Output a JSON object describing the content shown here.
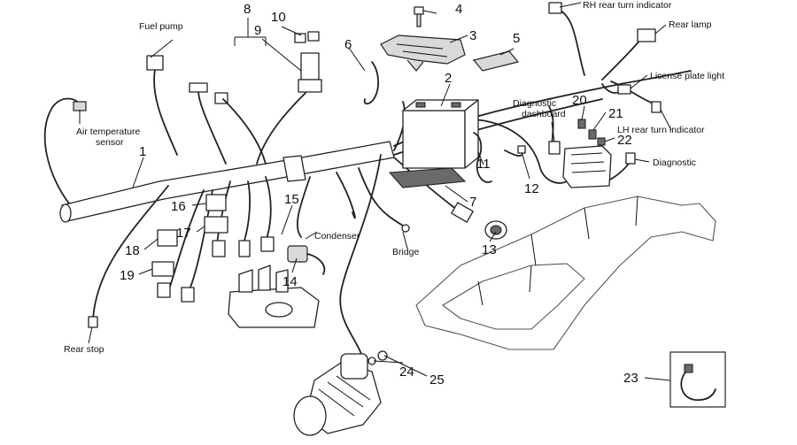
{
  "callouts": [
    {
      "id": "1",
      "text": "1"
    },
    {
      "id": "2",
      "text": "2"
    },
    {
      "id": "3",
      "text": "3"
    },
    {
      "id": "4",
      "text": "4"
    },
    {
      "id": "5",
      "text": "5"
    },
    {
      "id": "6",
      "text": "6"
    },
    {
      "id": "7",
      "text": "7"
    },
    {
      "id": "8",
      "text": "8"
    },
    {
      "id": "9",
      "text": "9"
    },
    {
      "id": "10",
      "text": "10"
    },
    {
      "id": "11",
      "text": "11"
    },
    {
      "id": "12",
      "text": "12"
    },
    {
      "id": "13",
      "text": "13"
    },
    {
      "id": "14",
      "text": "14"
    },
    {
      "id": "15",
      "text": "15"
    },
    {
      "id": "16",
      "text": "16"
    },
    {
      "id": "17",
      "text": "17"
    },
    {
      "id": "18",
      "text": "18"
    },
    {
      "id": "19",
      "text": "19"
    },
    {
      "id": "20",
      "text": "20"
    },
    {
      "id": "21",
      "text": "21"
    },
    {
      "id": "22",
      "text": "22"
    },
    {
      "id": "23",
      "text": "23"
    },
    {
      "id": "24",
      "text": "24"
    },
    {
      "id": "25",
      "text": "25"
    }
  ],
  "labels": {
    "fuel_pump": "Fuel pump",
    "air_temp_1": "Air temperature",
    "air_temp_2": "sensor",
    "rear_stop": "Rear stop",
    "condenser": "Condenser",
    "bridge": "Bridge",
    "rh_rear_turn": "RH rear turn indicator",
    "rear_lamp": "Rear lamp",
    "license_plate": "License plate light",
    "diag_dash_1": "Diagnostic",
    "diag_dash_2": "dashboard",
    "lh_rear_turn": "LH rear turn indicator",
    "diagnostic": "Diagnostic"
  }
}
